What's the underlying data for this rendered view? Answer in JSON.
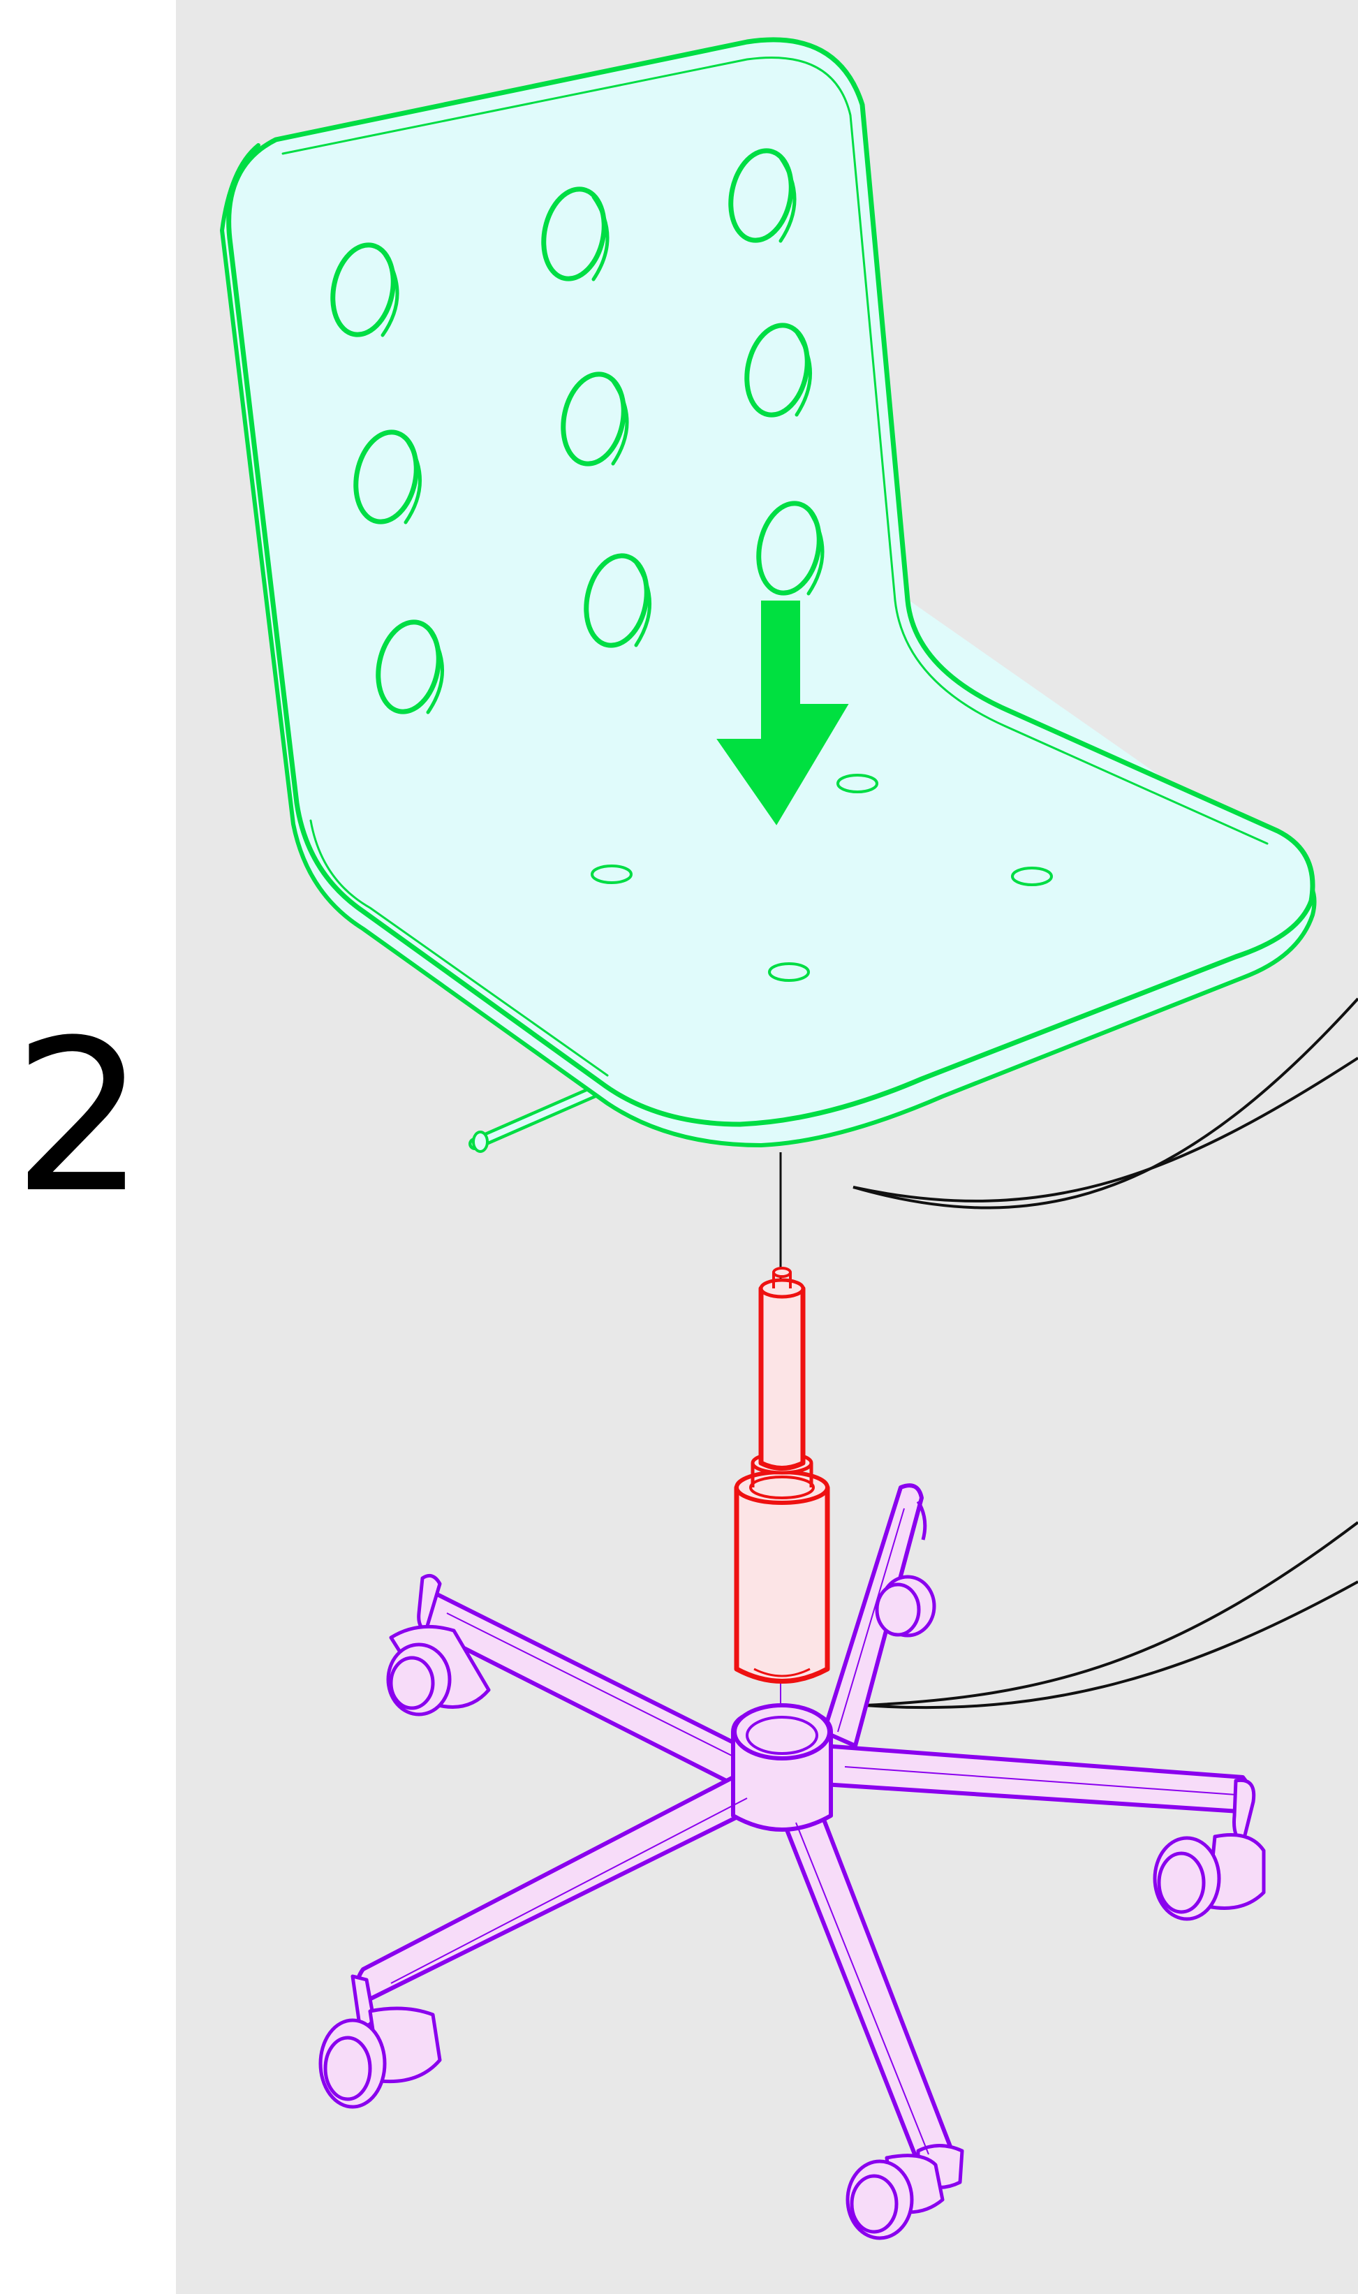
{
  "step": {
    "number": "2"
  },
  "colors": {
    "panel_bg": "#e8e8e8",
    "seat_stroke": "#00dd44",
    "seat_fill": "#e0fbfb",
    "arrow": "#00e040",
    "cylinder_stroke": "#ee1111",
    "cylinder_fill": "#fce4e6",
    "base_stroke": "#8a00ee",
    "base_fill": "#f7dcf9",
    "guide_line": "#111111"
  },
  "icons": {
    "arrow": "down-arrow-icon",
    "seat": "chair-seat-shell",
    "cylinder": "gas-cylinder",
    "base": "five-star-caster-base"
  }
}
